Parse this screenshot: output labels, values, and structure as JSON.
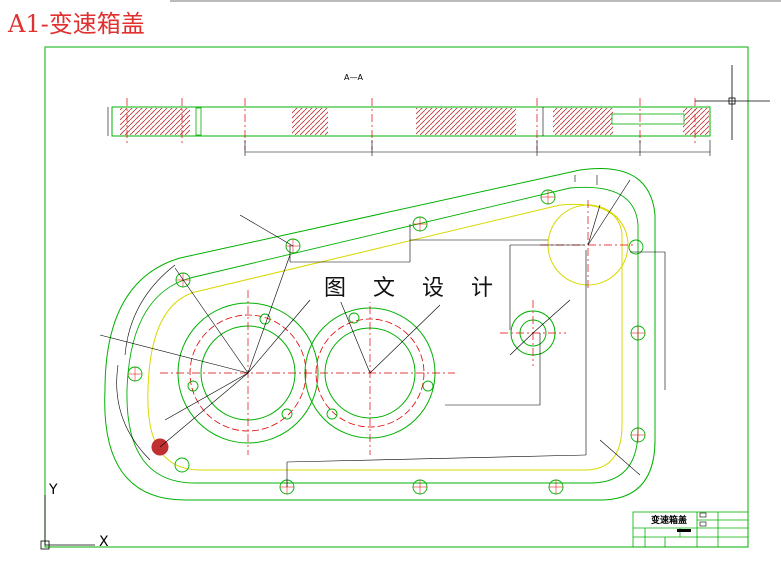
{
  "title": "A1-变速箱盖",
  "watermark": "图 文 设 计",
  "section_label": "A—A",
  "title_block": {
    "part_name": "变速箱盖"
  },
  "ucs": {
    "y_label": "Y",
    "x_label": "X"
  },
  "colors": {
    "title": "#e03030",
    "outline": "#00b000",
    "centerline": "#e00000",
    "yellow": "#d8d800",
    "dimension": "#000000",
    "cut_fill": "#c03030"
  }
}
